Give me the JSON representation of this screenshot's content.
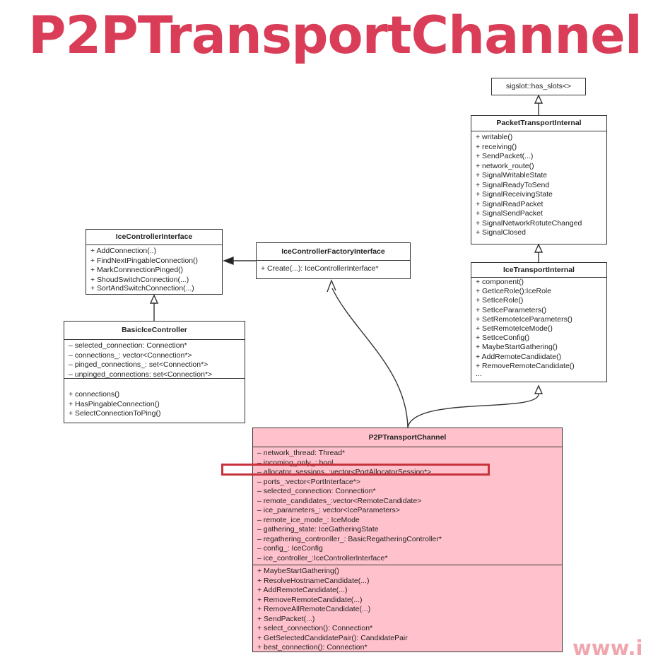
{
  "title": "P2PTransportChannel",
  "watermark": "www.i",
  "classes": {
    "has_slots": {
      "name": "sigslot::has_slots<>"
    },
    "packet_transport_internal": {
      "name": "PacketTransportInternal",
      "methods": [
        "+ writable()",
        "+ receiving()",
        "+ SendPacket(...)",
        "+ network_route()",
        "+ SignalWritableState",
        "+ SignalReadyToSend",
        "+ SignalReceivingState",
        "+ SignalReadPacket",
        "+ SignalSendPacket",
        "+ SignalNetworkRotuteChanged",
        "+ SignalClosed"
      ]
    },
    "ice_transport_internal": {
      "name": "IceTransportInternal",
      "methods": [
        "+ component()",
        "+ GetIceRole():IceRole",
        "+ SetIceRole()",
        "+ SetIceParameters()",
        "+ SetRemoteIceParameters()",
        "+ SetRemoteIceMode()",
        "+ SetIceConfig()",
        "+ MaybeStartGathering()",
        "+ AddRemoteCandiidate()",
        "+ RemoveRemoteCandidate()",
        "..."
      ]
    },
    "ice_controller_interface": {
      "name": "IceControllerInterface",
      "methods": [
        "+ AddConnection(..)",
        "+ FindNextPingableConnection()",
        "+ MarkConnnectionPinged()",
        "+ ShoudSwitchConnection(...)",
        "+ SortAndSwitchConnection(...)"
      ]
    },
    "ice_controller_factory_interface": {
      "name": "IceControllerFactoryInterface",
      "methods": [
        "+ Create(...): IceControllerInterface*"
      ]
    },
    "basic_ice_controller": {
      "name": "BasicIceController",
      "fields": [
        "– selected_connection: Connection*",
        "– connections_: vector<Connection*>",
        "– pinged_connections_: set<Connection*>",
        "– unpinged_connections: set<Connection*>"
      ],
      "methods": [
        "+ connections()",
        "+ HasPingableConnection()",
        "+ SelectConnectionToPing()"
      ]
    },
    "p2p_transport_channel": {
      "name": "P2PTransportChannel",
      "fields": [
        "– network_thread: Thread*",
        "– incoming_only_: bool",
        "– allocator_sessions_:vector<PortAllocatorSession*>",
        "– ports_:vector<PortInterface*>",
        "– selected_connection: Connection*",
        "– remote_candidates_:vector<RemoteCandidate>",
        "– ice_parameters_: vector<IceParameters>",
        "– remote_ice_mode_: IceMode",
        "– gathering_state: IceGatheringState",
        "– regathering_contronller_: BasicRegatheringController*",
        "– config_: IceConfig",
        "– ice_controller_:IceControllerInterface*"
      ],
      "methods": [
        "+ MaybeStartGathering()",
        "+ ResolveHostnameCandidate(...)",
        "+ AddRemoteCandidate(...)",
        "+ RemoveRemoteCandidate(...)",
        "+ RemoveAllRemoteCandidate(...)",
        "+ SendPacket(...)",
        "+ select_connection(): Connection*",
        "+ GetSelectedCandidatePair(): CandidatePair",
        "+ best_connection(): Connection*"
      ]
    }
  }
}
